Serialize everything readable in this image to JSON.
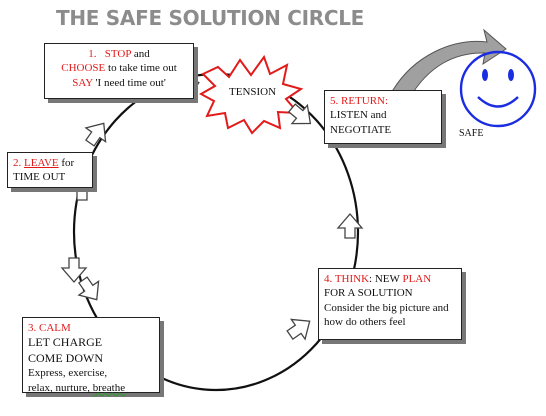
{
  "title": "THE SAFE SOLUTION CIRCLE",
  "tension": "TENSION",
  "safe": "SAFE",
  "colors": {
    "accent_red": "#e21a1a",
    "title_gray": "#8c8c8c",
    "smiley_blue": "#1a2de0",
    "arrow_gray": "#a0a0a0"
  },
  "steps": {
    "stop": {
      "num": "1.",
      "word_stop": "STOP",
      "and": "and",
      "word_choose": "CHOOSE",
      "to_take": "to take time out",
      "word_say": "SAY",
      "quote": "'I need time out'"
    },
    "leave": {
      "num": "2.",
      "word_leave": "LEAVE",
      "for": "for",
      "timeout": "TIME OUT"
    },
    "calm": {
      "heading": "3. CALM",
      "line1": "LET CHARGE",
      "line2": "COME DOWN",
      "line3": "Express, exercise,",
      "line4_prefix": "relax, nurture,",
      "line4_word": "breathe"
    },
    "think": {
      "prefix": "4.",
      "word_think": "THINK",
      "colon": ":",
      "word_new": "NEW",
      "word_plan": "PLAN",
      "line2": "FOR A SOLUTION",
      "line3": "Consider the big picture and",
      "line4": "how do others feel"
    },
    "return": {
      "heading": "5. RETURN:",
      "line1": "LISTEN and",
      "line2": "NEGOTIATE"
    }
  }
}
